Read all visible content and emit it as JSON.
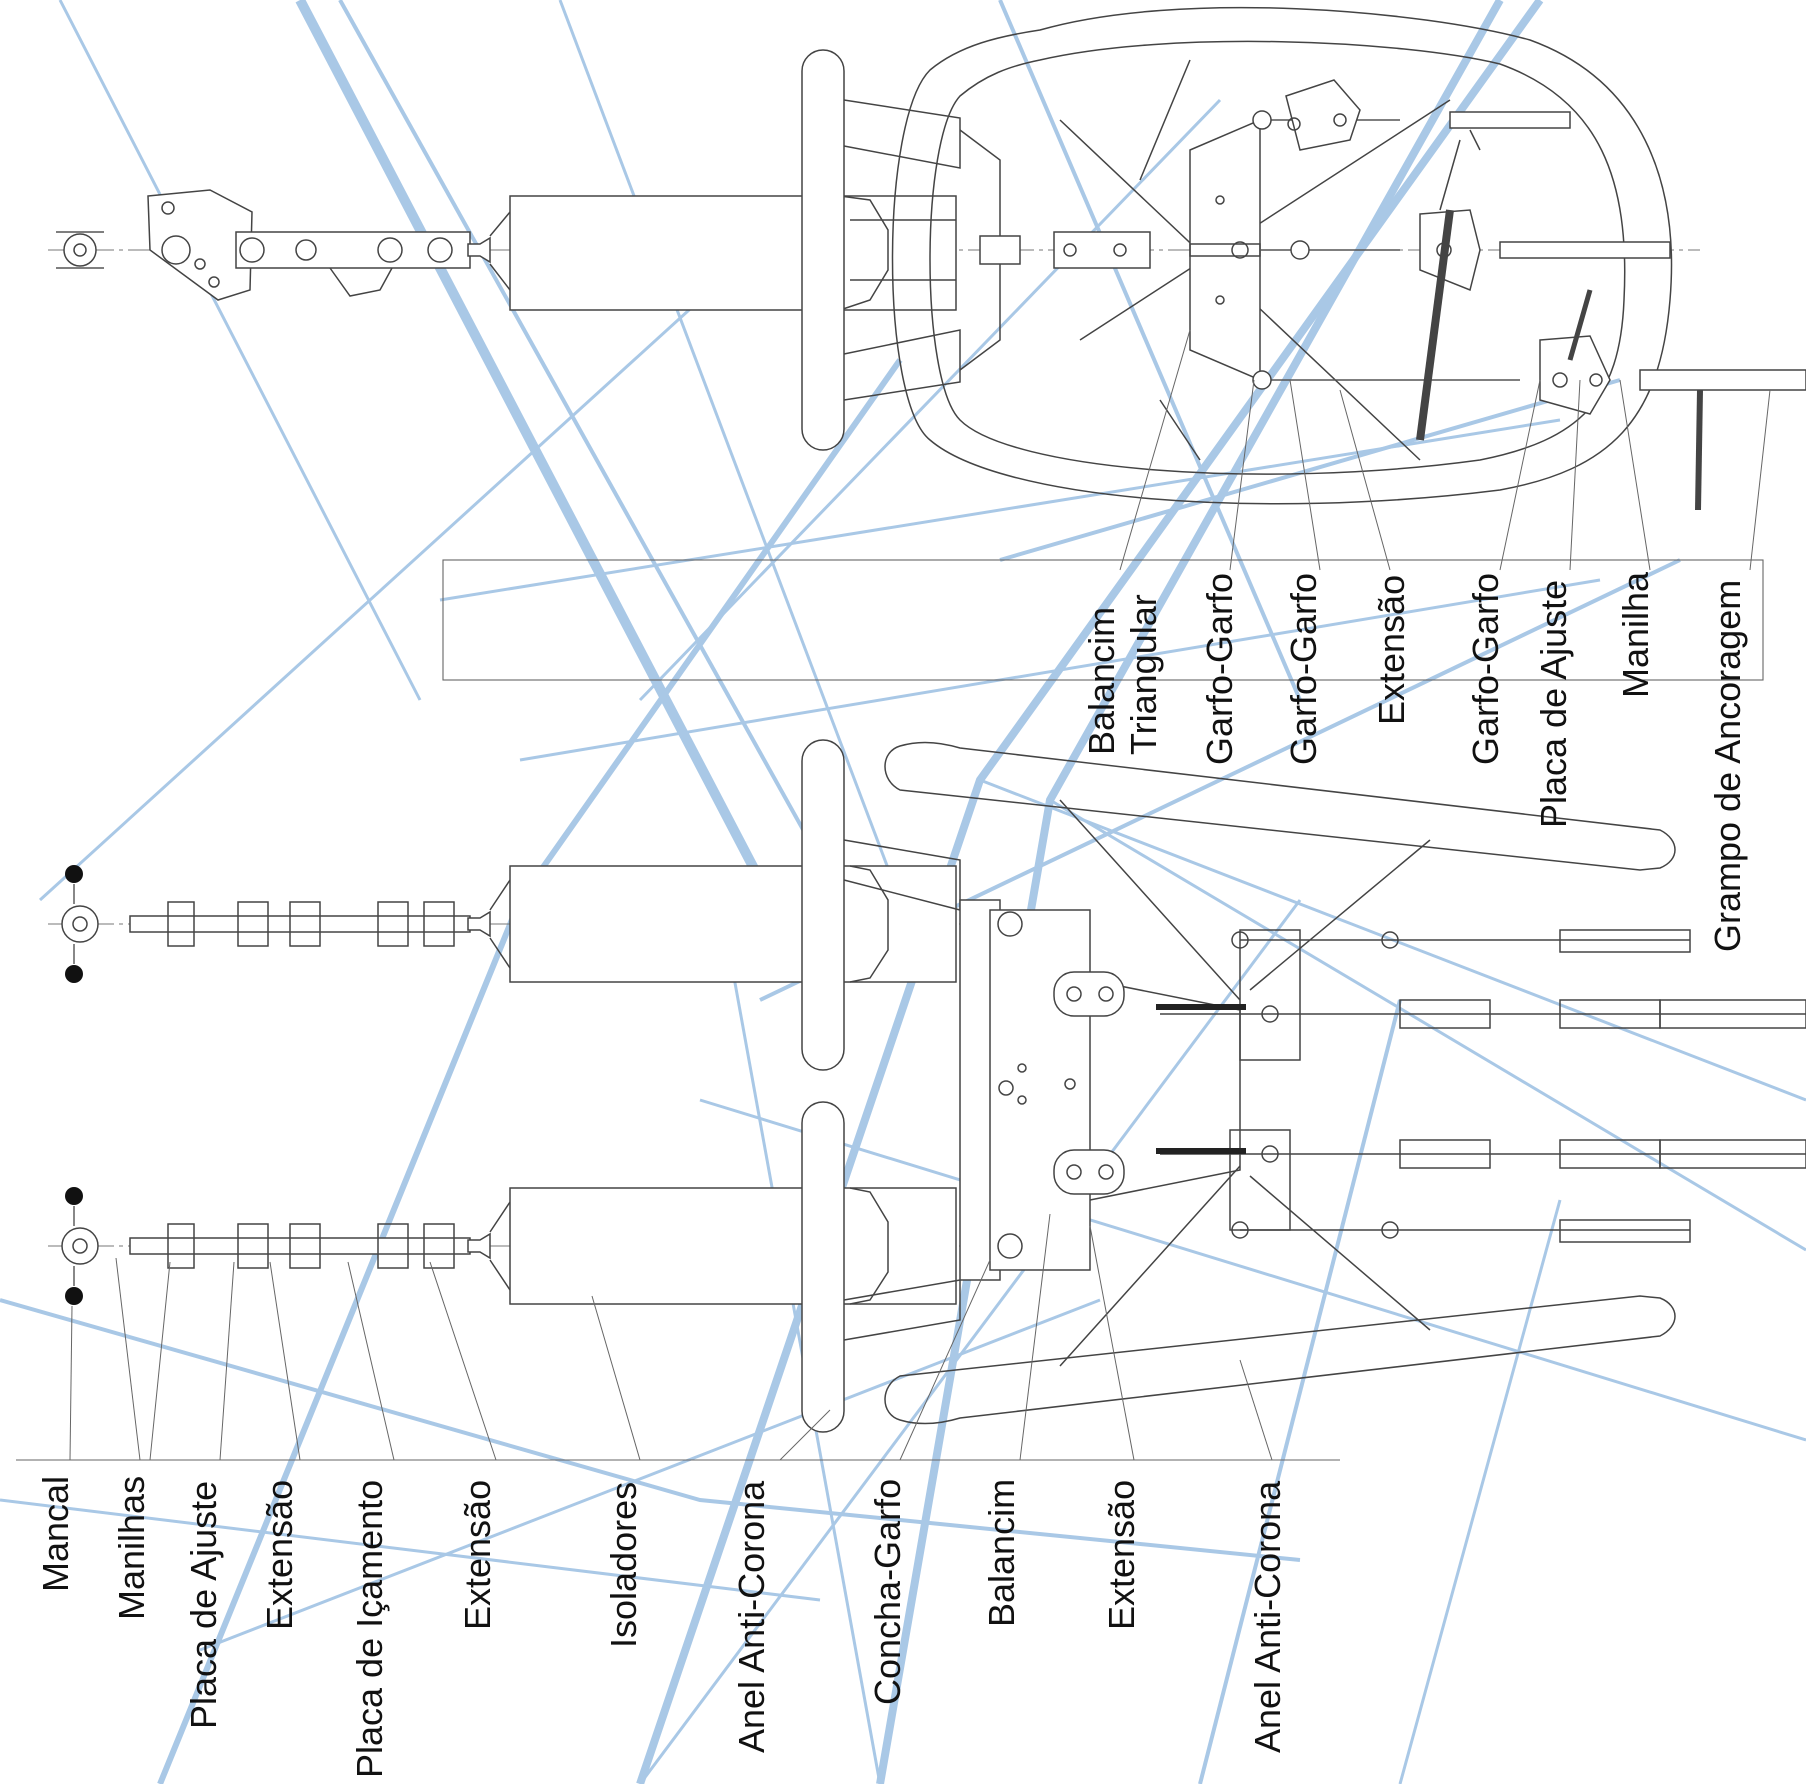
{
  "labels": {
    "top": {
      "balancim_triangular_1": "Balancim",
      "balancim_triangular_2": "Triangular",
      "garfo_garfo_1": "Garfo-Garfo",
      "garfo_garfo_2": "Garfo-Garfo",
      "extensao": "Extensão",
      "garfo_garfo_3": "Garfo-Garfo",
      "placa_de_ajuste": "Placa de Ajuste",
      "manilha": "Manilha",
      "grampo_de_ancoragem": "Grampo de Ancoragem"
    },
    "bottom": {
      "mancal": "Mancal",
      "manilhas": "Manilhas",
      "placa_de_ajuste": "Placa de Ajuste",
      "extensao_1": "Extensão",
      "placa_de_icamento": "Placa de Içamento",
      "extensao_2": "Extensão",
      "isoladores": "Isoladores",
      "anel_anti_corona_1": "Anel Anti-Corona",
      "concha_garfo": "Concha-Garfo",
      "balancim": "Balancim",
      "extensao_3": "Extensão",
      "anel_anti_corona_2": "Anel Anti-Corona"
    }
  },
  "colors": {
    "background_tower": "#a9c8e6",
    "line": "#444444",
    "text": "#111111"
  }
}
